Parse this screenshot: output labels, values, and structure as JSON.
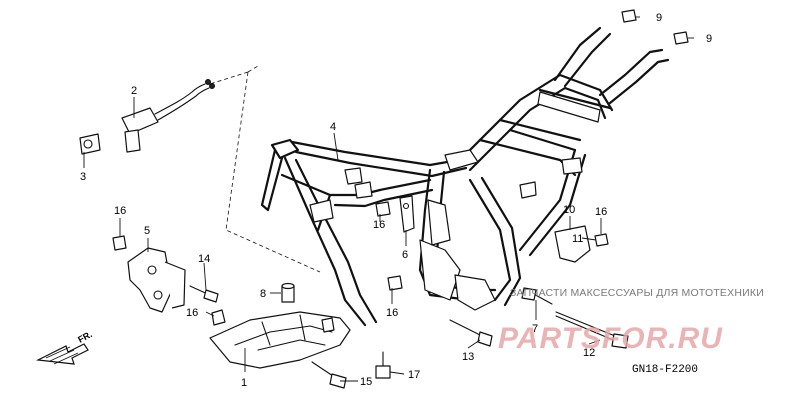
{
  "callouts": {
    "c1": "1",
    "c2": "2",
    "c3": "3",
    "c4": "4",
    "c5": "5",
    "c6": "6",
    "c7": "7",
    "c8": "8",
    "c9a": "9",
    "c9b": "9",
    "c10": "10",
    "c11": "11",
    "c12": "12",
    "c13": "13",
    "c14": "14",
    "c15": "15",
    "c16a": "16",
    "c16b": "16",
    "c16c": "16",
    "c16d": "16",
    "c16e": "16",
    "c17": "17"
  },
  "direction_label": "FR.",
  "watermark": {
    "caption": "ЗАПЧАСТИ МАКСЕССУАРЫ ДЛЯ МОТОТЕХНИКИ",
    "logo": "PARTSFOR.RU"
  },
  "diagram_code": "GN18-F2200",
  "colors": {
    "line": "#111111",
    "watermark_logo": "#e8a8a8",
    "watermark_text": "#7a7a7a"
  }
}
